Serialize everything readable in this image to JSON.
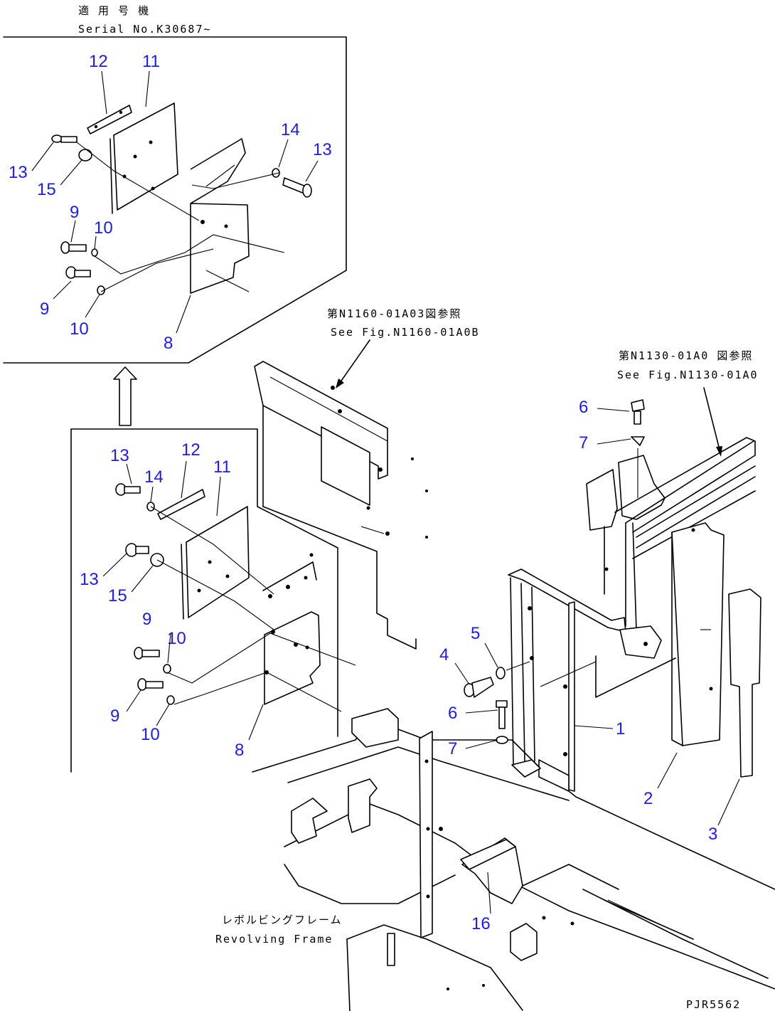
{
  "inset_note": {
    "jp": "適 用 号 機",
    "en": "Serial No.K30687~"
  },
  "ref_top": {
    "jp": "第N1160-01A03図参照",
    "en": "See Fig.N1160-01A0B"
  },
  "ref_right": {
    "jp": "第N1130-01A0 図参照",
    "en": "See Fig.N1130-01A0"
  },
  "frame_label": {
    "jp": "レボルビングフレーム",
    "en": "Revolving Frame"
  },
  "figure_code": "PJR5562",
  "callouts": {
    "inset": [
      {
        "id": "c12a",
        "text": "12"
      },
      {
        "id": "c11a",
        "text": "11"
      },
      {
        "id": "c14a",
        "text": "14"
      },
      {
        "id": "c13a",
        "text": "13"
      },
      {
        "id": "c13b",
        "text": "13"
      },
      {
        "id": "c15a",
        "text": "15"
      },
      {
        "id": "c9a",
        "text": "9"
      },
      {
        "id": "c10a",
        "text": "10"
      },
      {
        "id": "c9b",
        "text": "9"
      },
      {
        "id": "c10b",
        "text": "10"
      },
      {
        "id": "c8a",
        "text": "8"
      }
    ],
    "main": [
      {
        "id": "c13c",
        "text": "13"
      },
      {
        "id": "c12b",
        "text": "12"
      },
      {
        "id": "c14b",
        "text": "14"
      },
      {
        "id": "c11b",
        "text": "11"
      },
      {
        "id": "c13d",
        "text": "13"
      },
      {
        "id": "c15b",
        "text": "15"
      },
      {
        "id": "c9c",
        "text": "9"
      },
      {
        "id": "c10c",
        "text": "10"
      },
      {
        "id": "c9d",
        "text": "9"
      },
      {
        "id": "c10d",
        "text": "10"
      },
      {
        "id": "c8b",
        "text": "8"
      },
      {
        "id": "c6a",
        "text": "6"
      },
      {
        "id": "c7a",
        "text": "7"
      },
      {
        "id": "c5",
        "text": "5"
      },
      {
        "id": "c4",
        "text": "4"
      },
      {
        "id": "c6b",
        "text": "6"
      },
      {
        "id": "c7b",
        "text": "7"
      },
      {
        "id": "c1",
        "text": "1"
      },
      {
        "id": "c2",
        "text": "2"
      },
      {
        "id": "c3",
        "text": "3"
      },
      {
        "id": "c16",
        "text": "16"
      }
    ]
  }
}
